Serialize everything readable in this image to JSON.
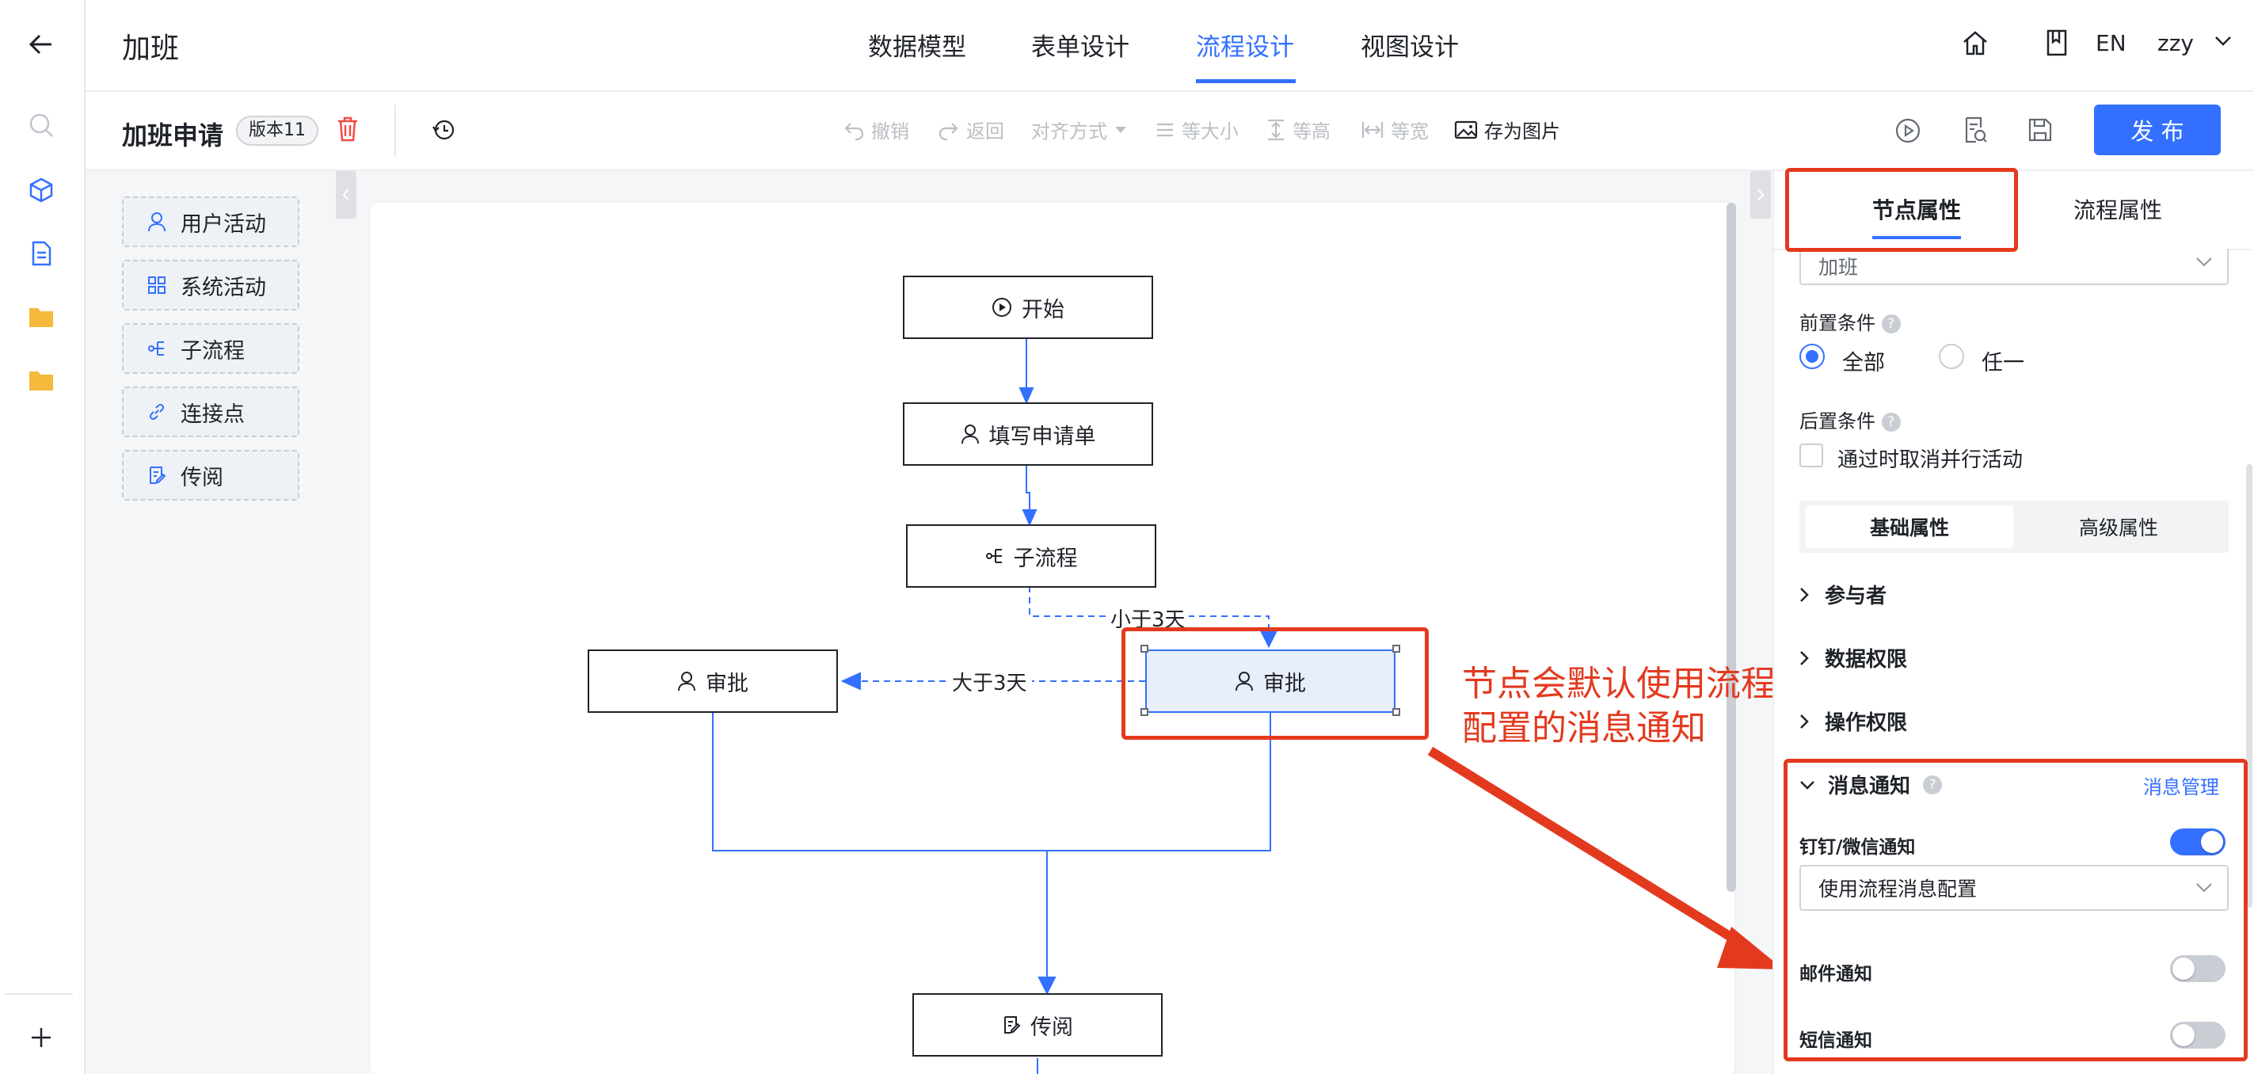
{
  "app": {
    "title": "加班"
  },
  "nav": {
    "tabs": [
      {
        "label": "数据模型"
      },
      {
        "label": "表单设计"
      },
      {
        "label": "流程设计"
      },
      {
        "label": "视图设计"
      }
    ],
    "active_index": 2
  },
  "header": {
    "lang": "EN",
    "user": "zzy"
  },
  "toolbar": {
    "form_name": "加班申请",
    "version": "版本11",
    "undo": "撤销",
    "redo": "返回",
    "align": "对齐方式",
    "same_size": "等大小",
    "same_height": "等高",
    "same_width": "等宽",
    "save_image": "存为图片",
    "publish": "发 布"
  },
  "palette": {
    "items": [
      {
        "label": "用户活动",
        "icon": "user-icon"
      },
      {
        "label": "系统活动",
        "icon": "grid-icon"
      },
      {
        "label": "子流程",
        "icon": "subflow-icon"
      },
      {
        "label": "连接点",
        "icon": "link-icon"
      },
      {
        "label": "传阅",
        "icon": "circulate-icon"
      }
    ]
  },
  "flow": {
    "nodes": {
      "start": "开始",
      "fill": "填写申请单",
      "subflow": "子流程",
      "approve_left": "审批",
      "approve_right": "审批",
      "circulate": "传阅"
    },
    "edges": {
      "less": "小于3天",
      "more": "大于3天"
    }
  },
  "annotation": {
    "line1": "节点会默认使用流程",
    "line2": "配置的消息通知"
  },
  "panel": {
    "tabs": [
      {
        "label": "节点属性"
      },
      {
        "label": "流程属性"
      }
    ],
    "name_value": "加班",
    "pre_condition": {
      "label": "前置条件",
      "options": [
        "全部",
        "任一"
      ],
      "selected": 0
    },
    "post_condition": {
      "label": "后置条件",
      "checkbox": "通过时取消并行活动",
      "checked": false
    },
    "subtabs": [
      {
        "label": "基础属性"
      },
      {
        "label": "高级属性"
      }
    ],
    "sections": [
      "参与者",
      "数据权限",
      "操作权限"
    ],
    "message": {
      "title": "消息通知",
      "manage": "消息管理",
      "dingtalk": "钉钉/微信通知",
      "dingtalk_on": true,
      "dingtalk_select": "使用流程消息配置",
      "email": "邮件通知",
      "email_on": false,
      "sms": "短信通知",
      "sms_on": false
    }
  },
  "colors": {
    "accent": "#3370ff",
    "annotation": "#e33a1f",
    "danger": "#f54a45"
  }
}
